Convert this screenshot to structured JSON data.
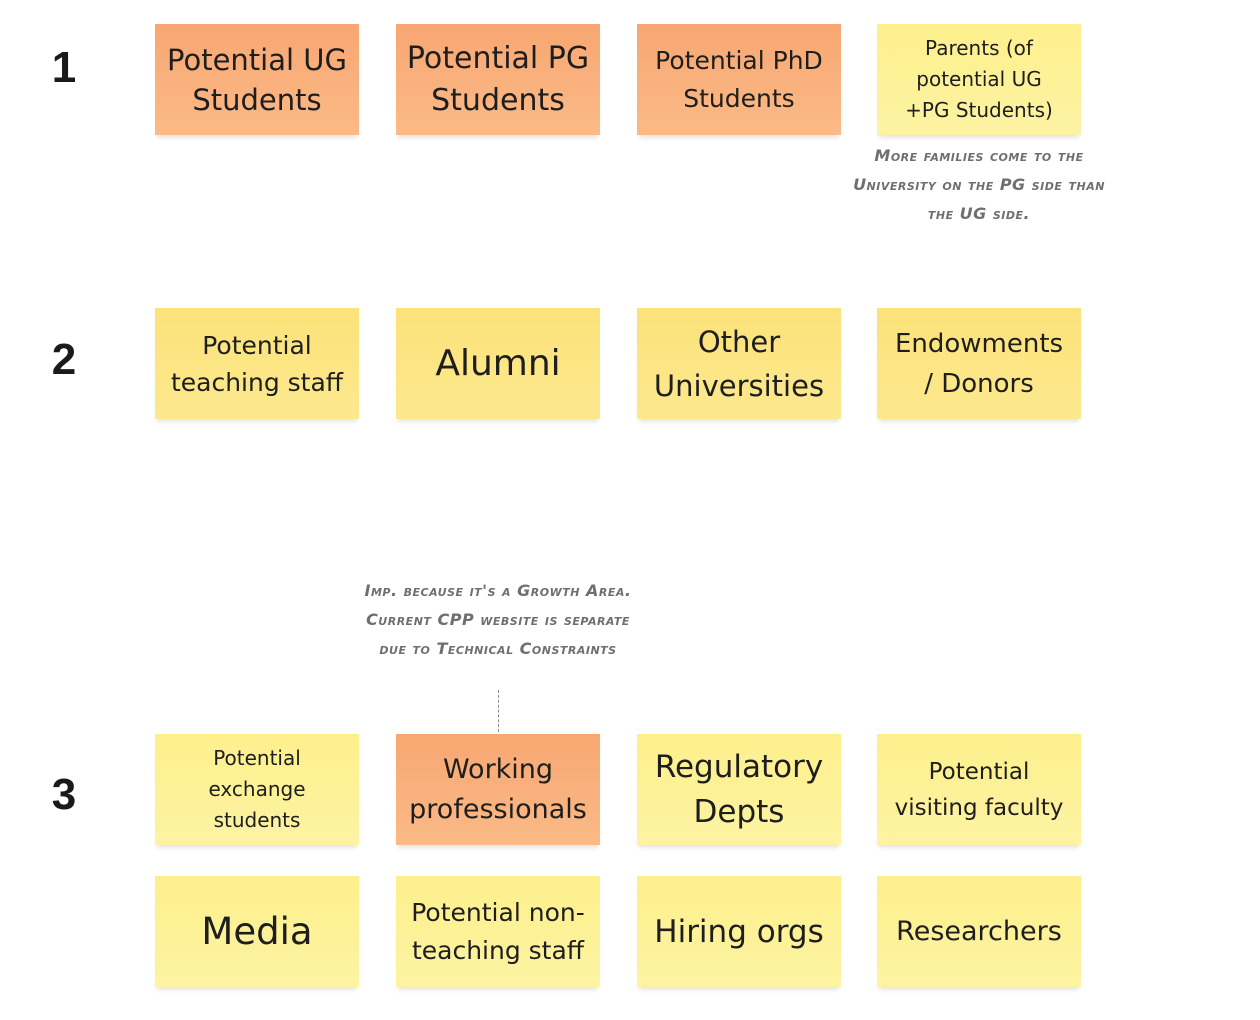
{
  "rows": [
    {
      "number": "1",
      "notes": [
        {
          "text": "Potential UG Students",
          "color": "#f8ae7a"
        },
        {
          "text": "Potential PG Students",
          "color": "#f8ae7a"
        },
        {
          "text": "Potential PhD Students",
          "color": "#f8ae7a"
        },
        {
          "text": "Parents (of potential UG +PG Students)",
          "color": "#fdf2a0"
        }
      ],
      "comment": "More families come to the University on the PG side than the UG side."
    },
    {
      "number": "2",
      "notes": [
        {
          "text": "Potential teaching staff",
          "color": "#fce57f"
        },
        {
          "text": "Alumni",
          "color": "#fce57f"
        },
        {
          "text": "Other Universities",
          "color": "#fce57f"
        },
        {
          "text": "Endowments / Donors",
          "color": "#fce57f"
        }
      ]
    },
    {
      "number": "3",
      "notes": [
        {
          "text": "Potential exchange students",
          "color": "#fdf2a0"
        },
        {
          "text": "Working professionals",
          "color": "#f8ae7a"
        },
        {
          "text": "Regulatory Depts",
          "color": "#fdf2a0"
        },
        {
          "text": "Potential visiting faculty",
          "color": "#fdf2a0"
        },
        {
          "text": "Media",
          "color": "#fdf2a0"
        },
        {
          "text": "Potential non-teaching staff",
          "color": "#fdf2a0"
        },
        {
          "text": "Hiring orgs",
          "color": "#fdf2a0"
        },
        {
          "text": "Researchers",
          "color": "#fdf2a0"
        }
      ],
      "comment": "Imp. because it's a Growth Area. Current CPP website is separate due to Technical Constraints"
    }
  ]
}
